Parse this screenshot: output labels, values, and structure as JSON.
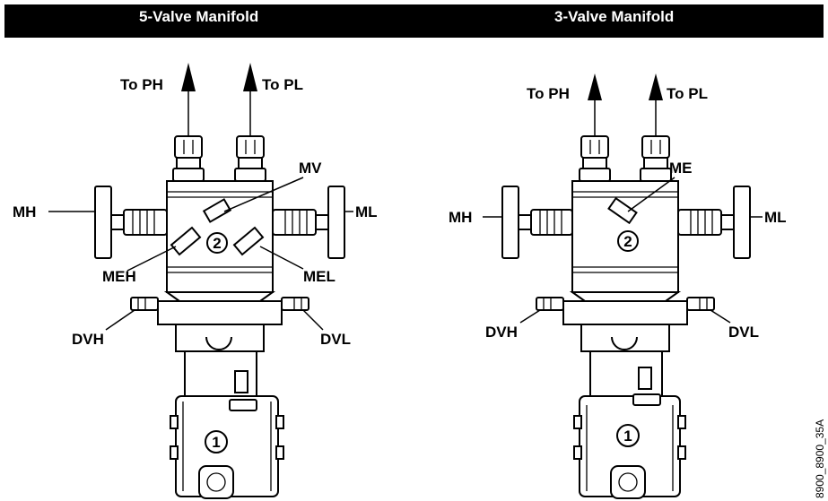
{
  "titles": {
    "left": "5-Valve Manifold",
    "right": "3-Valve Manifold"
  },
  "five_valve": {
    "to_ph": "To PH",
    "to_pl": "To PL",
    "mv": "MV",
    "mh": "MH",
    "ml": "ML",
    "meh": "MEH",
    "mel": "MEL",
    "dvh": "DVH",
    "dvl": "DVL",
    "callout_manifold": "2",
    "callout_transmitter": "1"
  },
  "three_valve": {
    "to_ph": "To PH",
    "to_pl": "To PL",
    "me": "ME",
    "mh": "MH",
    "ml": "ML",
    "dvh": "DVH",
    "dvl": "DVL",
    "callout_manifold": "2",
    "callout_transmitter": "1"
  },
  "figure_number": "8900_8900_35A"
}
